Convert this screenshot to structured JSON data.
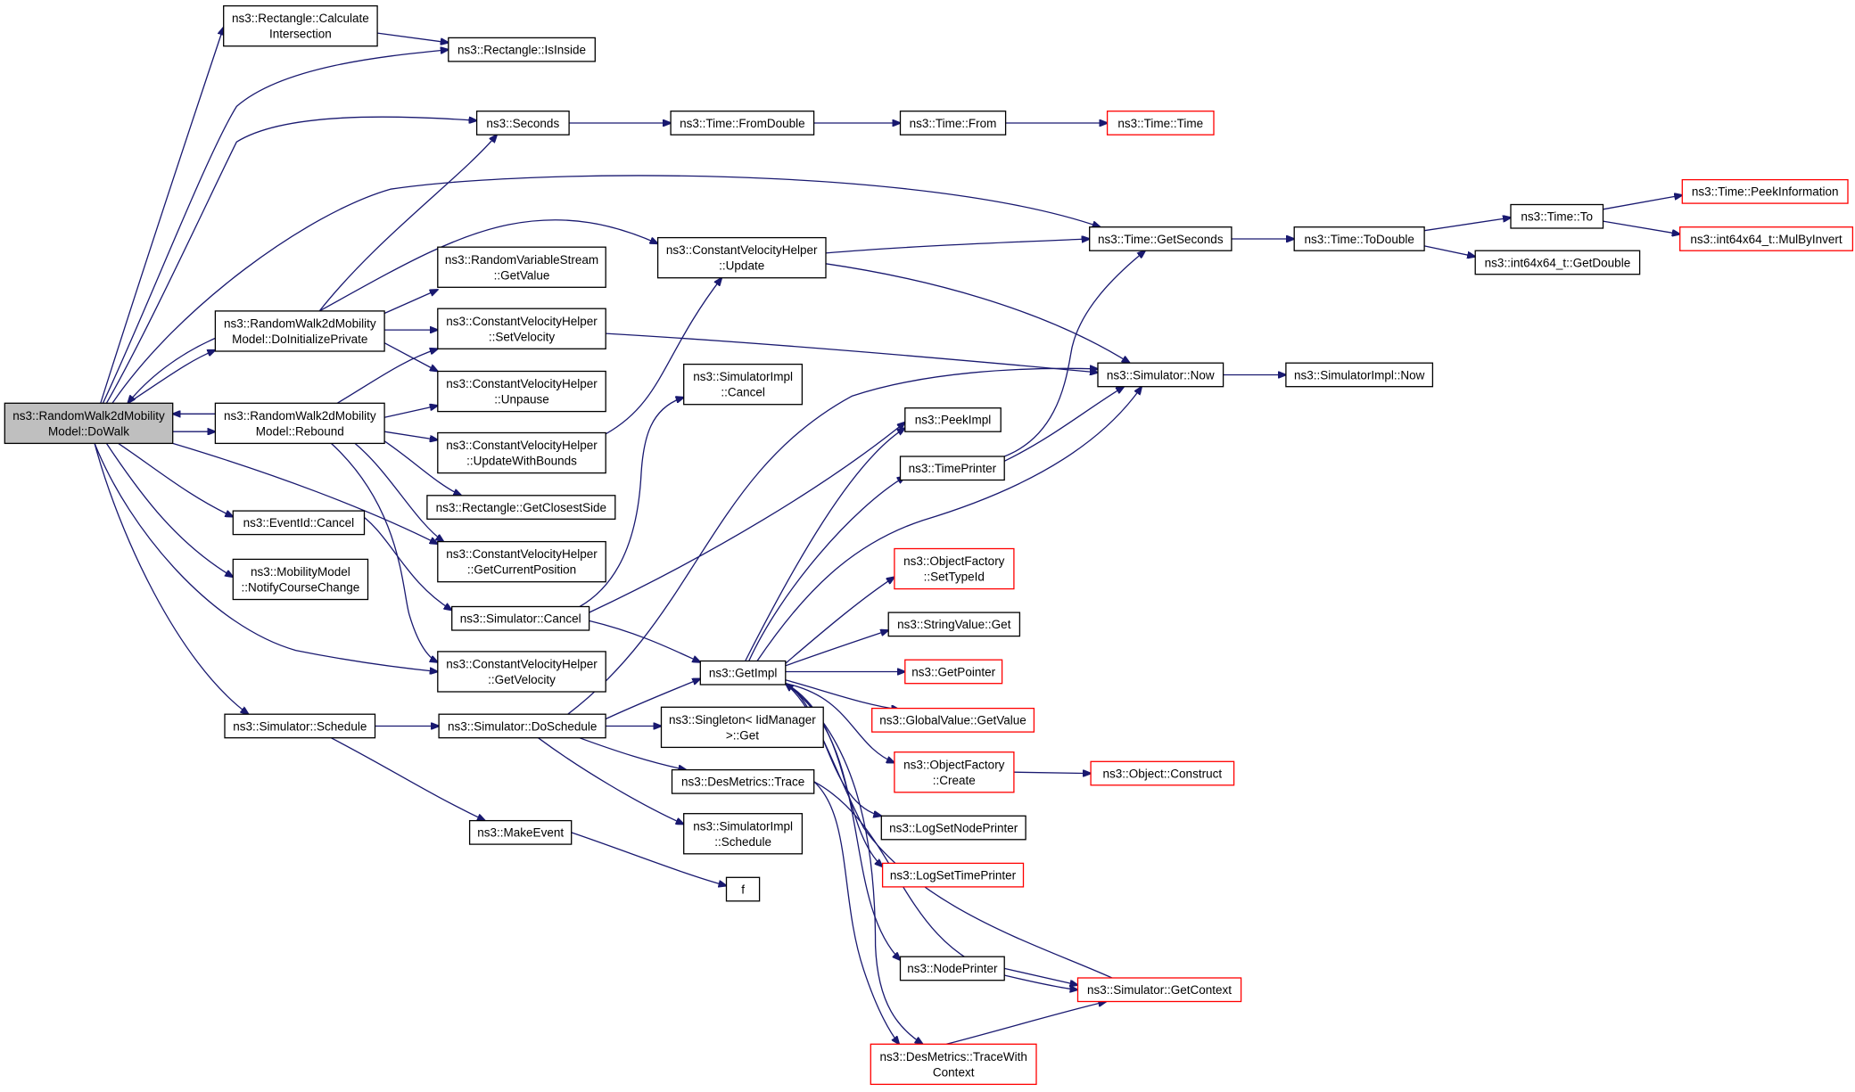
{
  "graph": {
    "nodes": [
      {
        "id": "dowalk",
        "lines": [
          "ns3::RandomWalk2dMobility",
          "Model::DoWalk"
        ],
        "root": true
      },
      {
        "id": "calcint",
        "lines": [
          "ns3::Rectangle::Calculate",
          "Intersection"
        ]
      },
      {
        "id": "isinside",
        "lines": [
          "ns3::Rectangle::IsInside"
        ]
      },
      {
        "id": "seconds",
        "lines": [
          "ns3::Seconds"
        ]
      },
      {
        "id": "fromdouble",
        "lines": [
          "ns3::Time::FromDouble"
        ]
      },
      {
        "id": "timefrom",
        "lines": [
          "ns3::Time::From"
        ]
      },
      {
        "id": "timetime",
        "lines": [
          "ns3::Time::Time"
        ],
        "red": true
      },
      {
        "id": "getseconds",
        "lines": [
          "ns3::Time::GetSeconds"
        ]
      },
      {
        "id": "todouble",
        "lines": [
          "ns3::Time::ToDouble"
        ]
      },
      {
        "id": "timeto",
        "lines": [
          "ns3::Time::To"
        ]
      },
      {
        "id": "peekinfo",
        "lines": [
          "ns3::Time::PeekInformation"
        ],
        "red": true
      },
      {
        "id": "mulbyinvert",
        "lines": [
          "ns3::int64x64_t::MulByInvert"
        ],
        "red": true
      },
      {
        "id": "getdouble",
        "lines": [
          "ns3::int64x64_t::GetDouble"
        ]
      },
      {
        "id": "doinit",
        "lines": [
          "ns3::RandomWalk2dMobility",
          "Model::DoInitializePrivate"
        ]
      },
      {
        "id": "rvsget",
        "lines": [
          "ns3::RandomVariableStream",
          "::GetValue"
        ]
      },
      {
        "id": "cvhupdate",
        "lines": [
          "ns3::ConstantVelocityHelper",
          "::Update"
        ]
      },
      {
        "id": "cvhsetvel",
        "lines": [
          "ns3::ConstantVelocityHelper",
          "::SetVelocity"
        ]
      },
      {
        "id": "simnow",
        "lines": [
          "ns3::Simulator::Now"
        ]
      },
      {
        "id": "simimplnow",
        "lines": [
          "ns3::SimulatorImpl::Now"
        ]
      },
      {
        "id": "cvhunpause",
        "lines": [
          "ns3::ConstantVelocityHelper",
          "::Unpause"
        ]
      },
      {
        "id": "rebound",
        "lines": [
          "ns3::RandomWalk2dMobility",
          "Model::Rebound"
        ]
      },
      {
        "id": "simimplcancel",
        "lines": [
          "ns3::SimulatorImpl",
          "::Cancel"
        ]
      },
      {
        "id": "peekimpl",
        "lines": [
          "ns3::PeekImpl"
        ]
      },
      {
        "id": "cvhupdbounds",
        "lines": [
          "ns3::ConstantVelocityHelper",
          "::UpdateWithBounds"
        ]
      },
      {
        "id": "timeprinter",
        "lines": [
          "ns3::TimePrinter"
        ]
      },
      {
        "id": "closestside",
        "lines": [
          "ns3::Rectangle::GetClosestSide"
        ]
      },
      {
        "id": "eventcancel",
        "lines": [
          "ns3::EventId::Cancel"
        ]
      },
      {
        "id": "cvhgetpos",
        "lines": [
          "ns3::ConstantVelocityHelper",
          "::GetCurrentPosition"
        ]
      },
      {
        "id": "ofsettype",
        "lines": [
          "ns3::ObjectFactory",
          "::SetTypeId"
        ],
        "red": true
      },
      {
        "id": "notifycourse",
        "lines": [
          "ns3::MobilityModel",
          "::NotifyCourseChange"
        ]
      },
      {
        "id": "simcancel",
        "lines": [
          "ns3::Simulator::Cancel"
        ]
      },
      {
        "id": "strvalget",
        "lines": [
          "ns3::StringValue::Get"
        ]
      },
      {
        "id": "getimpl",
        "lines": [
          "ns3::GetImpl"
        ]
      },
      {
        "id": "getpointer",
        "lines": [
          "ns3::GetPointer"
        ],
        "red": true
      },
      {
        "id": "cvhgetvel",
        "lines": [
          "ns3::ConstantVelocityHelper",
          "::GetVelocity"
        ]
      },
      {
        "id": "gvgetvalue",
        "lines": [
          "ns3::GlobalValue::GetValue"
        ],
        "red": true
      },
      {
        "id": "simschedule",
        "lines": [
          "ns3::Simulator::Schedule"
        ]
      },
      {
        "id": "doschedule",
        "lines": [
          "ns3::Simulator::DoSchedule"
        ]
      },
      {
        "id": "singleton",
        "lines": [
          "ns3::Singleton< IidManager",
          ">::Get"
        ]
      },
      {
        "id": "ofcreate",
        "lines": [
          "ns3::ObjectFactory",
          "::Create"
        ],
        "red": true
      },
      {
        "id": "objconstruct",
        "lines": [
          "ns3::Object::Construct"
        ],
        "red": true
      },
      {
        "id": "desmtrace",
        "lines": [
          "ns3::DesMetrics::Trace"
        ]
      },
      {
        "id": "lognodeprinter",
        "lines": [
          "ns3::LogSetNodePrinter"
        ]
      },
      {
        "id": "makeevent",
        "lines": [
          "ns3::MakeEvent"
        ]
      },
      {
        "id": "simimplsched",
        "lines": [
          "ns3::SimulatorImpl",
          "::Schedule"
        ]
      },
      {
        "id": "logtimeprinter",
        "lines": [
          "ns3::LogSetTimePrinter"
        ],
        "red": true
      },
      {
        "id": "f",
        "lines": [
          "f"
        ]
      },
      {
        "id": "nodeprinter",
        "lines": [
          "ns3::NodePrinter"
        ]
      },
      {
        "id": "simgetcontext",
        "lines": [
          "ns3::Simulator::GetContext"
        ],
        "red": true
      },
      {
        "id": "desmtracectx",
        "lines": [
          "ns3::DesMetrics::TraceWith",
          "Context"
        ],
        "red": true
      }
    ]
  }
}
